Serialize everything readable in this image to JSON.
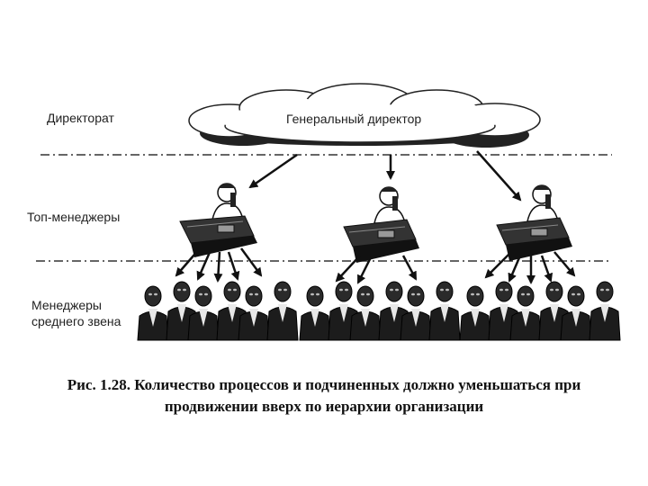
{
  "levels": {
    "directorate": "Директорат",
    "top_managers": "Топ-менеджеры",
    "middle_managers_line1": "Менеджеры",
    "middle_managers_line2": "среднего звена"
  },
  "cloud": {
    "label": "Генеральный директор"
  },
  "caption": {
    "line1": "Рис. 1.28. Количество процессов и подчиненных должно уменьшаться при",
    "line2": "продвижении вверх по иерархии организации"
  }
}
